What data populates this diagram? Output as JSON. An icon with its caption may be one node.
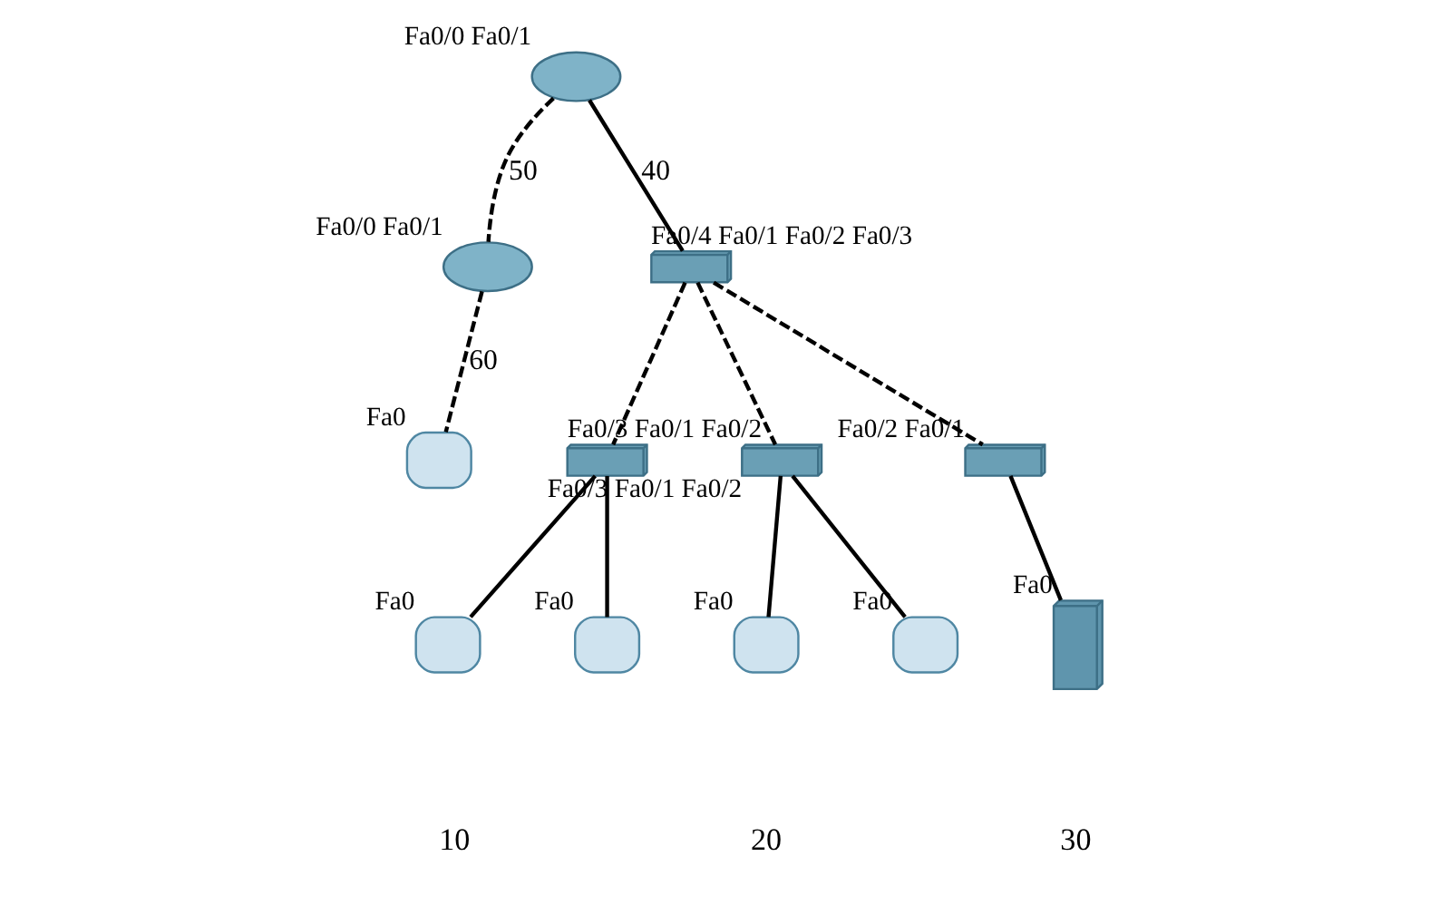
{
  "diagram": {
    "nodes": [
      {
        "text": [],
        "shape": "router",
        "beside": [
          "Fa0/0",
          "Fa0/1"
        ]
      },
      {
        "text": [],
        "shape": "router",
        "beside": [
          "Fa0/0",
          "Fa0/1"
        ]
      },
      {
        "text": [],
        "shape": "computer",
        "beside": [
          "Fa0"
        ]
      },
      {
        "text": [],
        "shape": "switch",
        "beside": [
          "Fa0/4",
          "Fa0/1",
          "Fa0/2",
          "Fa0/3"
        ]
      },
      {
        "text": [],
        "shape": "switch",
        "beside": [
          "Fa0/3",
          "Fa0/1",
          "Fa0/2"
        ]
      },
      {
        "text": [],
        "shape": "switch",
        "beside": [
          "Fa0/3",
          "Fa0/1",
          "Fa0/2"
        ]
      },
      {
        "text": [],
        "shape": "switch",
        "beside": [
          "Fa0/2",
          "Fa0/1"
        ]
      },
      {
        "text": [],
        "shape": "computer",
        "beside": [
          "Fa0"
        ]
      },
      {
        "text": [],
        "shape": "computer",
        "beside": [
          "Fa0"
        ]
      },
      {
        "text": [],
        "shape": "computer",
        "beside": [
          "Fa0"
        ]
      },
      {
        "text": [],
        "shape": "computer",
        "beside": [
          "Fa0"
        ]
      },
      {
        "text": [],
        "shape": "server",
        "beside": [
          "Fa0"
        ]
      }
    ],
    "edges": [
      {
        "from": 0,
        "to": 1,
        "arrow": "none",
        "label": "50",
        "style": "dashed"
      },
      {
        "from": 1,
        "to": 2,
        "arrow": "none",
        "label": "60",
        "style": "dashed"
      },
      {
        "from": 0,
        "to": 3,
        "arrow": "none",
        "label": "40"
      },
      {
        "from": 3,
        "to": 4,
        "arrow": "none",
        "style": "dashed"
      },
      {
        "from": 3,
        "to": 5,
        "arrow": "none",
        "style": "dashed"
      },
      {
        "from": 3,
        "to": 6,
        "arrow": "none",
        "style": "dashed"
      },
      {
        "from": 4,
        "to": 7,
        "arrow": "none"
      },
      {
        "from": 4,
        "to": 8,
        "arrow": "none"
      },
      {
        "from": 5,
        "to": 9,
        "arrow": "none"
      },
      {
        "from": 5,
        "to": 10,
        "arrow": "none"
      },
      {
        "from": 6,
        "to": 11,
        "arrow": "none"
      }
    ],
    "labels": [
      "10",
      "20",
      "30"
    ]
  }
}
